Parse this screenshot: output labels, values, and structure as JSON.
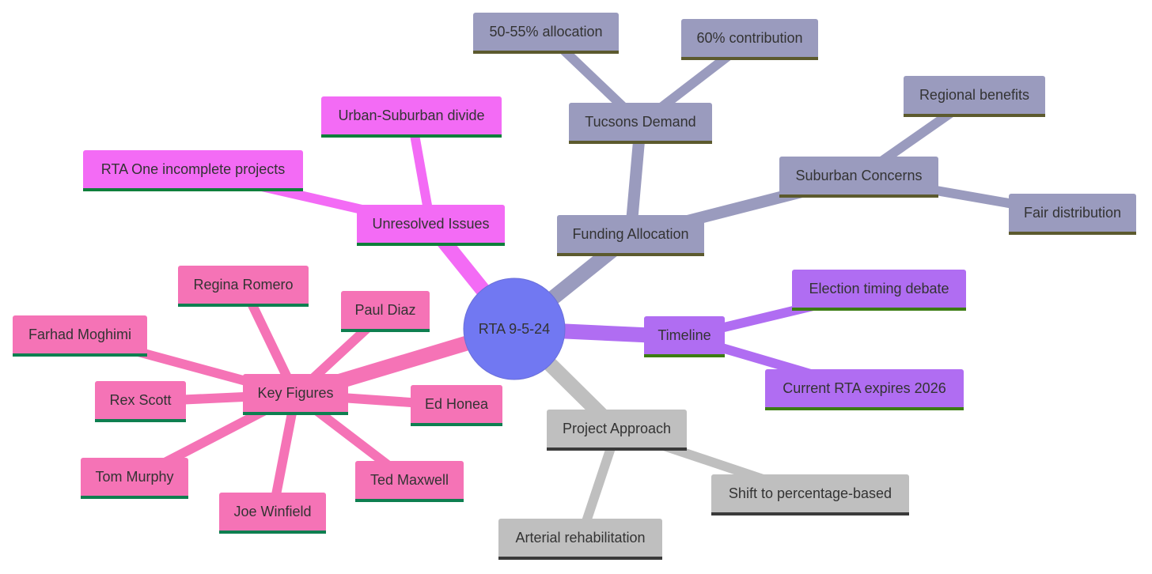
{
  "root": {
    "label": "RTA 9-5-24",
    "color": "#7178F2"
  },
  "branches": [
    {
      "key": "funding",
      "label": "Funding Allocation",
      "color": "#9A9BBE",
      "underline": "#5C5A2E",
      "children": [
        {
          "key": "tucsons",
          "label": "Tucsons Demand",
          "children": [
            {
              "key": "alloc",
              "label": "50-55% allocation"
            },
            {
              "key": "contrib",
              "label": "60% contribution"
            }
          ]
        },
        {
          "key": "suburban",
          "label": "Suburban Concerns",
          "children": [
            {
              "key": "regional",
              "label": "Regional benefits"
            },
            {
              "key": "fair",
              "label": "Fair distribution"
            }
          ]
        }
      ]
    },
    {
      "key": "unresolved",
      "label": "Unresolved Issues",
      "color": "#F36BF5",
      "underline": "#0E7F3A",
      "children": [
        {
          "key": "urban",
          "label": "Urban-Suburban divide"
        },
        {
          "key": "rtaone",
          "label": "RTA One incomplete projects"
        }
      ]
    },
    {
      "key": "timeline",
      "label": "Timeline",
      "color": "#B06DF2",
      "underline": "#3C7C12",
      "children": [
        {
          "key": "election",
          "label": "Election timing debate"
        },
        {
          "key": "expires",
          "label": "Current RTA expires 2026"
        }
      ]
    },
    {
      "key": "approach",
      "label": "Project Approach",
      "color": "#BFBFBF",
      "underline": "#3A3A3A",
      "children": [
        {
          "key": "shift",
          "label": "Shift to percentage-based"
        },
        {
          "key": "arterial",
          "label": "Arterial rehabilitation"
        }
      ]
    },
    {
      "key": "figures",
      "label": "Key Figures",
      "color": "#F573B6",
      "underline": "#0E7F50",
      "children": [
        {
          "key": "regina",
          "label": "Regina Romero"
        },
        {
          "key": "paul",
          "label": "Paul Diaz"
        },
        {
          "key": "farhad",
          "label": "Farhad Moghimi"
        },
        {
          "key": "rex",
          "label": "Rex Scott"
        },
        {
          "key": "ed",
          "label": "Ed Honea"
        },
        {
          "key": "tom",
          "label": "Tom Murphy"
        },
        {
          "key": "ted",
          "label": "Ted Maxwell"
        },
        {
          "key": "joe",
          "label": "Joe Winfield"
        }
      ]
    }
  ]
}
